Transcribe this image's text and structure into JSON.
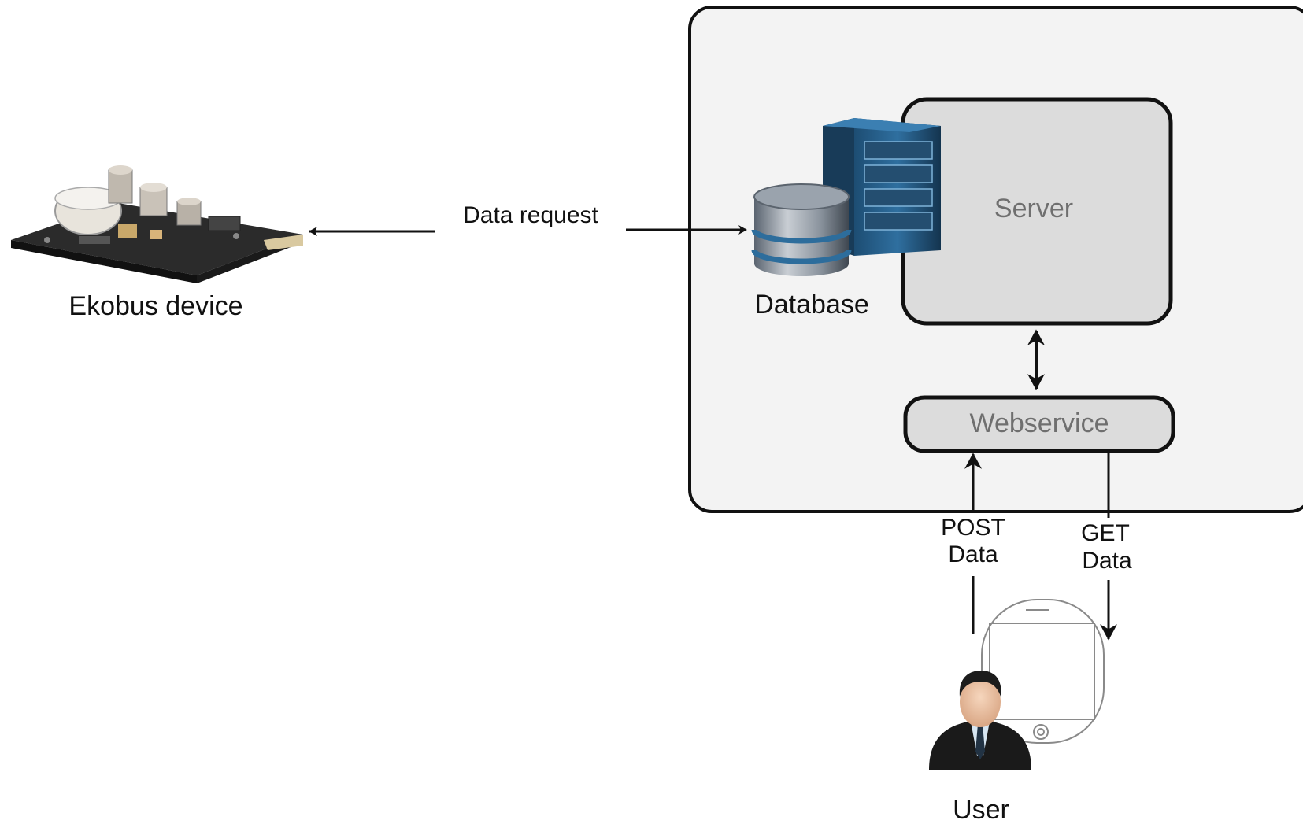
{
  "labels": {
    "device": "Ekobus device",
    "data_request": "Data request",
    "database": "Database",
    "server": "Server",
    "webservice": "Webservice",
    "post_line1": "POST",
    "post_line2": "Data",
    "get_line1": "GET",
    "get_line2": "Data",
    "user": "User"
  },
  "colors": {
    "outer_box_fill": "#f3f3f3",
    "inner_box_fill": "#dcdcdc",
    "stroke": "#111111",
    "box_text": "#6f6f6f",
    "db_blue": "#2d6d9c"
  },
  "icons": [
    "circuit-board-icon",
    "database-icon",
    "server-rack-icon",
    "smartphone-icon",
    "user-icon"
  ]
}
